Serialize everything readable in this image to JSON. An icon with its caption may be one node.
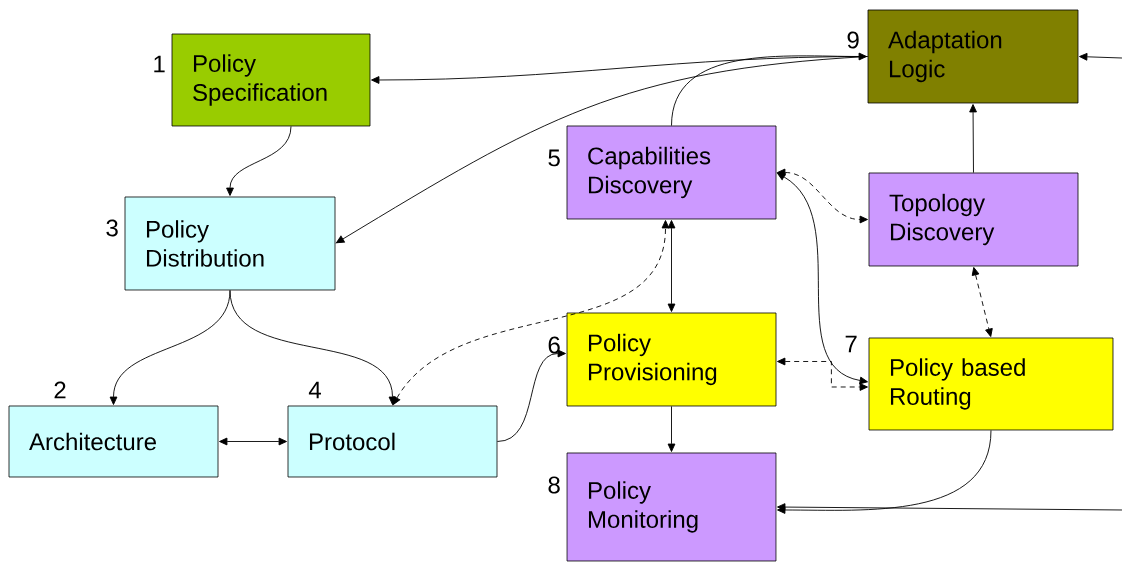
{
  "diagram": {
    "nodes": [
      {
        "text": [
          "Policy Specification"
        ],
        "beside": [
          "1"
        ]
      },
      {
        "text": [
          "Adaptation Logic"
        ],
        "beside": [
          "9"
        ]
      },
      {
        "text": [
          "Capabilities Discovery"
        ],
        "beside": [
          "5"
        ]
      },
      {
        "text": [
          "Policy Distribution"
        ],
        "beside": [
          "3"
        ]
      },
      {
        "text": [
          "Topology Discovery"
        ]
      },
      {
        "text": [
          "Policy Provisioning"
        ],
        "beside": [
          "6"
        ]
      },
      {
        "text": [
          "Policy based Routing"
        ],
        "beside": [
          "7"
        ]
      },
      {
        "text": [
          "Architecture"
        ],
        "beside": [
          "2"
        ]
      },
      {
        "text": [
          "Protocol"
        ],
        "beside": [
          "4"
        ]
      },
      {
        "text": [
          "Policy Monitoring"
        ],
        "beside": [
          "8"
        ]
      }
    ],
    "edges": [
      {
        "from": 1,
        "to": 0,
        "arrow": "to"
      },
      {
        "from": 1,
        "to": 3,
        "arrow": "to"
      },
      {
        "from": 2,
        "to": 1,
        "arrow": "to"
      },
      {
        "from": null,
        "to": 1,
        "arrow": "to"
      },
      {
        "from": 0,
        "to": 3,
        "arrow": "to"
      },
      {
        "from": 3,
        "to": 7,
        "arrow": "to"
      },
      {
        "from": 3,
        "to": 8,
        "arrow": "to"
      },
      {
        "from": 7,
        "to": 8,
        "arrow": "both"
      },
      {
        "from": 8,
        "to": 5,
        "arrow": "to"
      },
      {
        "from": 8,
        "to": 2,
        "arrow": "both",
        "style": "dashed"
      },
      {
        "from": 2,
        "to": 5,
        "arrow": "both"
      },
      {
        "from": 2,
        "to": 4,
        "arrow": "both",
        "style": "dashed"
      },
      {
        "from": 4,
        "to": 1,
        "arrow": "to"
      },
      {
        "from": 2,
        "to": 6,
        "arrow": "both"
      },
      {
        "from": 4,
        "to": 6,
        "arrow": "both",
        "style": "dashed"
      },
      {
        "from": 5,
        "to": 6,
        "arrow": "both",
        "style": "dashed"
      },
      {
        "from": 5,
        "to": 9,
        "arrow": "to"
      },
      {
        "from": 6,
        "to": 9,
        "arrow": "to"
      },
      {
        "from": null,
        "to": 9,
        "arrow": "to"
      }
    ]
  }
}
